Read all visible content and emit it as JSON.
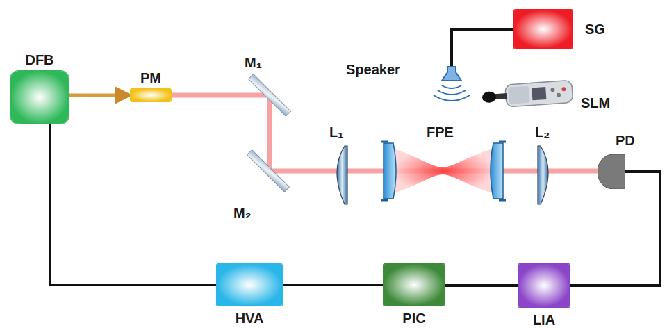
{
  "diagram": {
    "nodes": [
      {
        "text": [
          "DFB"
        ]
      },
      {
        "text": [
          "PM"
        ]
      },
      {
        "text": [
          "SG"
        ]
      },
      {
        "text": [
          "PD"
        ]
      },
      {
        "text": [
          "HVA"
        ]
      },
      {
        "text": [
          "PIC"
        ]
      },
      {
        "text": [
          "LIA"
        ]
      }
    ],
    "edges": [
      {
        "from": 0,
        "to": 1,
        "arrow": "to"
      },
      {
        "from": 3,
        "to": 6,
        "arrow": "none"
      },
      {
        "from": 6,
        "to": 5,
        "arrow": "none"
      },
      {
        "from": 5,
        "to": 4,
        "arrow": "none"
      },
      {
        "from": 4,
        "to": 0,
        "arrow": "none"
      }
    ],
    "labels": [
      "M₁",
      "M₂",
      "L₁",
      "FPE",
      "L₂",
      "Speaker",
      "SLM"
    ]
  }
}
